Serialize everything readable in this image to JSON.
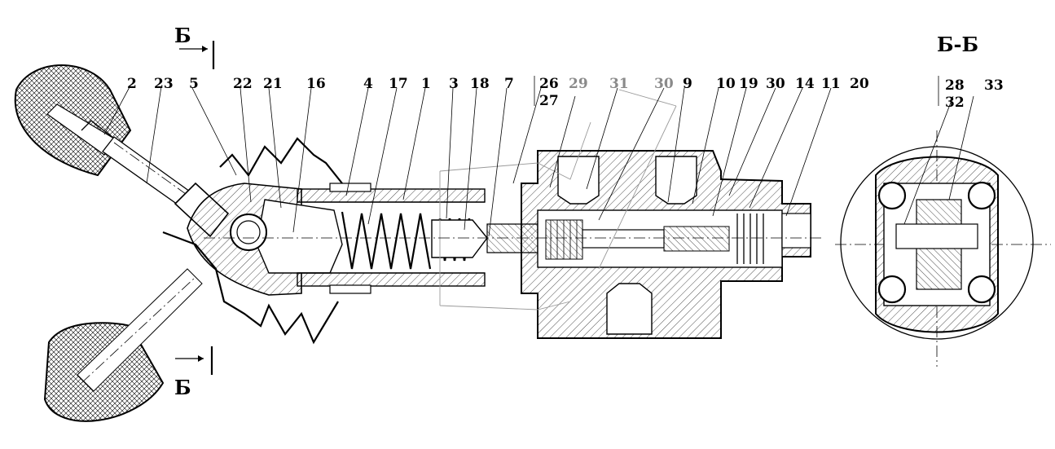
{
  "section_marks": {
    "upper": "Б",
    "lower": "Б",
    "view_title": "Б-Б"
  },
  "callouts": {
    "c2": "2",
    "c23": "23",
    "c5": "5",
    "c22": "22",
    "c21": "21",
    "c16": "16",
    "c4": "4",
    "c17": "17",
    "c1": "1",
    "c3": "3",
    "c18": "18",
    "c7": "7",
    "c26": "26",
    "c27": "27",
    "c29": "29",
    "c31": "31",
    "c30a": "30",
    "c9": "9",
    "c10": "10",
    "c19": "19",
    "c30b": "30",
    "c14": "14",
    "c11": "11",
    "c20": "20",
    "c28": "28",
    "c32": "32",
    "c33": "33"
  },
  "colors": {
    "ink": "#000000",
    "faint_callout": "#8a8a8a",
    "background": "#ffffff"
  }
}
